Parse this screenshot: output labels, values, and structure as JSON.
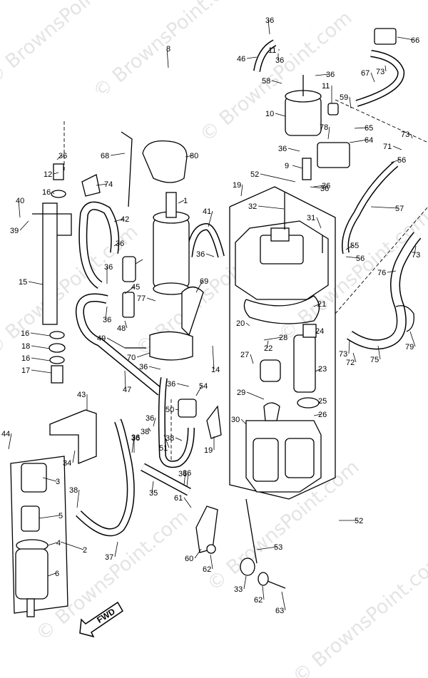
{
  "watermark": "© BrownsPoint.com",
  "fwd_label": "FWD",
  "part_numbers": [
    "1",
    "2",
    "3",
    "4",
    "5",
    "6",
    "8",
    "9",
    "10",
    "11",
    "12",
    "14",
    "15",
    "16",
    "17",
    "18",
    "19",
    "20",
    "21",
    "22",
    "23",
    "24",
    "25",
    "26",
    "27",
    "28",
    "29",
    "30",
    "31",
    "32",
    "33",
    "34",
    "35",
    "36",
    "37",
    "38",
    "39",
    "40",
    "41",
    "42",
    "43",
    "44",
    "45",
    "46",
    "47",
    "48",
    "49",
    "50",
    "51",
    "52",
    "53",
    "54",
    "55",
    "56",
    "57",
    "58",
    "59",
    "60",
    "61",
    "62",
    "63",
    "64",
    "65",
    "66",
    "67",
    "68",
    "69",
    "70",
    "71",
    "72",
    "73",
    "74",
    "75",
    "76",
    "77",
    "78",
    "79",
    "80"
  ]
}
